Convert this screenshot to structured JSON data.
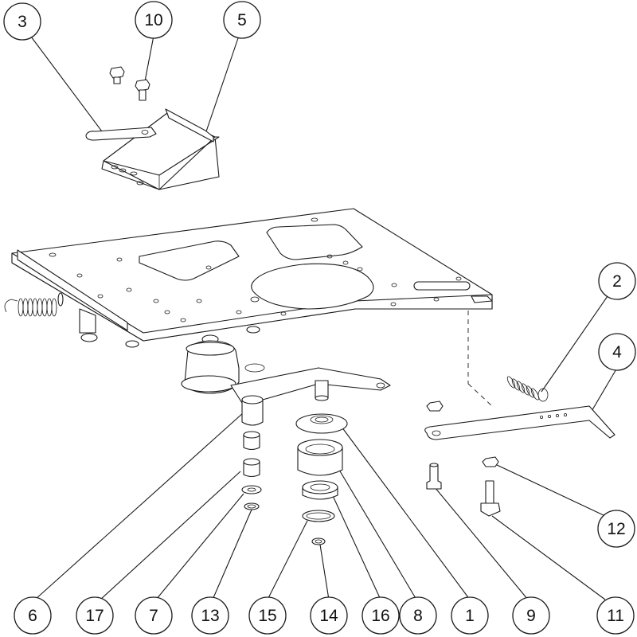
{
  "diagram": {
    "type": "exploded-parts-diagram",
    "line_color": "#1a1a1a",
    "background": "#ffffff",
    "callouts": [
      {
        "label": "3"
      },
      {
        "label": "10"
      },
      {
        "label": "5"
      },
      {
        "label": "2"
      },
      {
        "label": "4"
      },
      {
        "label": "12"
      },
      {
        "label": "6"
      },
      {
        "label": "17"
      },
      {
        "label": "7"
      },
      {
        "label": "13"
      },
      {
        "label": "15"
      },
      {
        "label": "14"
      },
      {
        "label": "16"
      },
      {
        "label": "8"
      },
      {
        "label": "1"
      },
      {
        "label": "9"
      },
      {
        "label": "11"
      }
    ]
  }
}
